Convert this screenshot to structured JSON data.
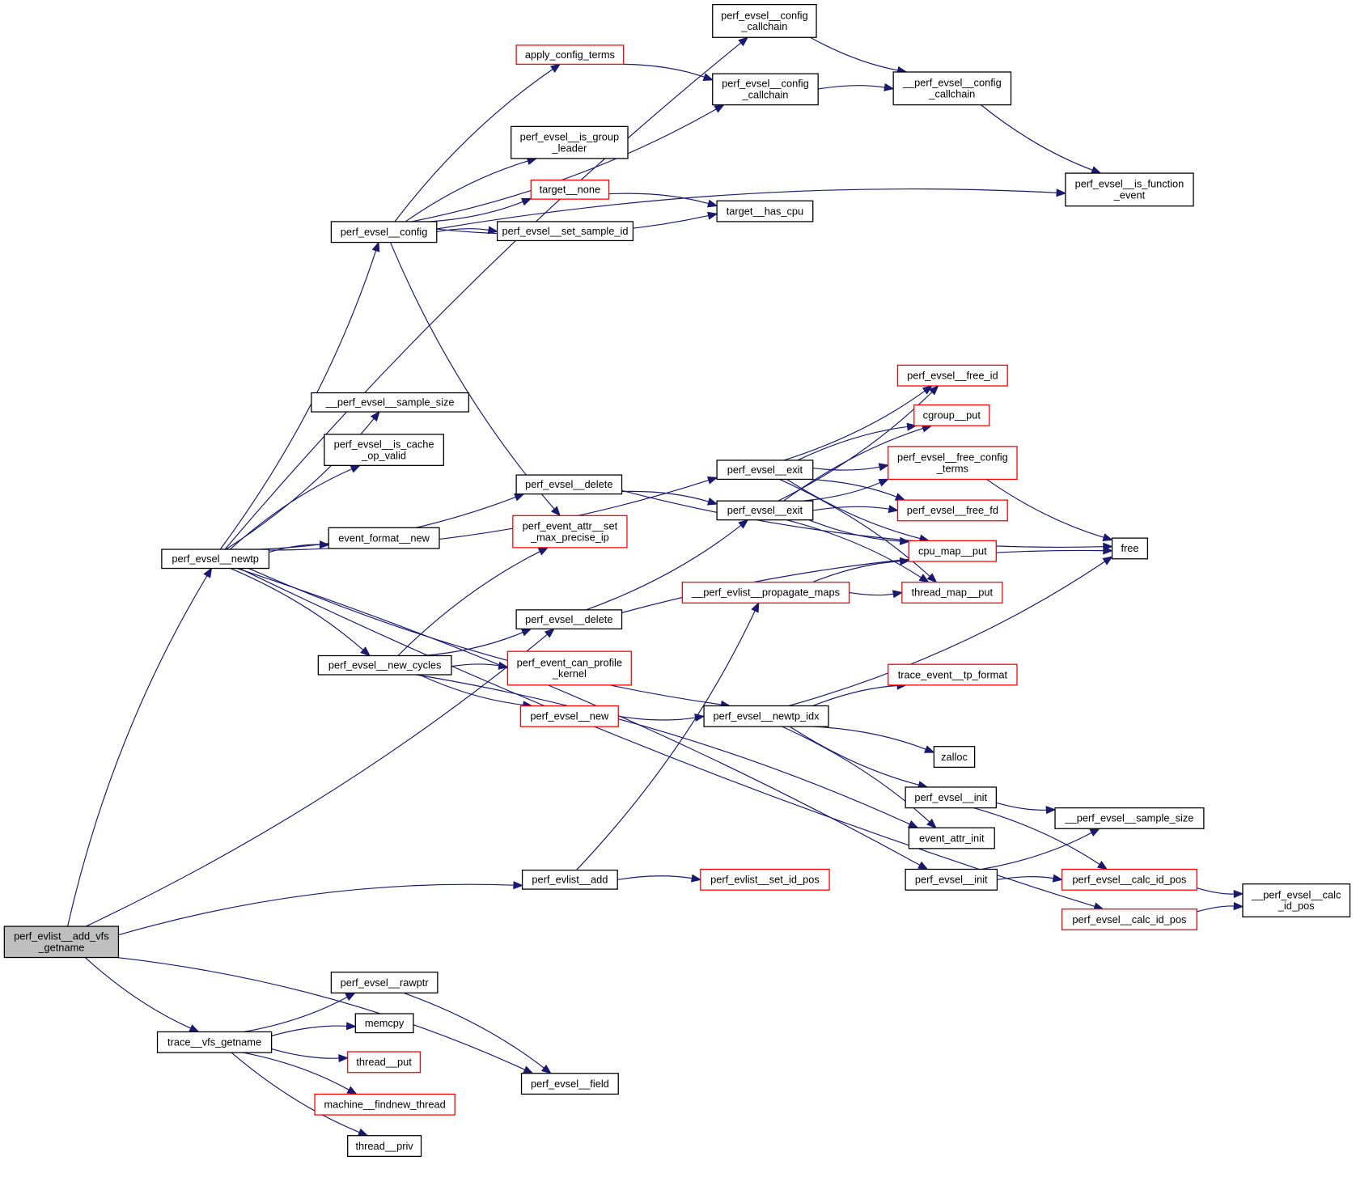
{
  "diagram": {
    "type": "call-graph",
    "colors": {
      "edge": "#191970",
      "node_border": "#000000",
      "truncated_border": "#ff0000",
      "root_fill": "#bfbfbf",
      "node_fill": "#ffffff"
    },
    "nodes": [
      {
        "id": "root",
        "lines": [
          "perf_evlist__add_vfs",
          "_getname"
        ],
        "kind": "root"
      },
      {
        "id": "newtp",
        "lines": [
          "perf_evsel__newtp"
        ],
        "kind": "normal"
      },
      {
        "id": "config",
        "lines": [
          "perf_evsel__config"
        ],
        "kind": "normal"
      },
      {
        "id": "cfg_callchain_a",
        "lines": [
          "perf_evsel__config",
          "_callchain"
        ],
        "kind": "normal"
      },
      {
        "id": "apply_config_terms",
        "lines": [
          "apply_config_terms"
        ],
        "kind": "truncated"
      },
      {
        "id": "cfg_callchain_b",
        "lines": [
          "perf_evsel__config",
          "_callchain"
        ],
        "kind": "normal"
      },
      {
        "id": "__cfg_callchain",
        "lines": [
          "__perf_evsel__config",
          "_callchain"
        ],
        "kind": "normal"
      },
      {
        "id": "is_group_leader",
        "lines": [
          "perf_evsel__is_group",
          "_leader"
        ],
        "kind": "normal"
      },
      {
        "id": "target_none",
        "lines": [
          "target__none"
        ],
        "kind": "truncated"
      },
      {
        "id": "target_has_cpu",
        "lines": [
          "target__has_cpu"
        ],
        "kind": "normal"
      },
      {
        "id": "set_sample_id",
        "lines": [
          "perf_evsel__set_sample_id"
        ],
        "kind": "normal"
      },
      {
        "id": "is_function_event",
        "lines": [
          "perf_evsel__is_function",
          "_event"
        ],
        "kind": "normal"
      },
      {
        "id": "__sample_size_a",
        "lines": [
          "__perf_evsel__sample_size"
        ],
        "kind": "normal"
      },
      {
        "id": "is_cache_op_valid",
        "lines": [
          "perf_evsel__is_cache",
          "_op_valid"
        ],
        "kind": "normal"
      },
      {
        "id": "delete_a",
        "lines": [
          "perf_evsel__delete"
        ],
        "kind": "normal"
      },
      {
        "id": "attr_set_max_precise",
        "lines": [
          "perf_event_attr__set",
          "_max_precise_ip"
        ],
        "kind": "truncated"
      },
      {
        "id": "event_format_new",
        "lines": [
          "event_format__new"
        ],
        "kind": "normal"
      },
      {
        "id": "exit_a",
        "lines": [
          "perf_evsel__exit"
        ],
        "kind": "normal"
      },
      {
        "id": "exit_b",
        "lines": [
          "perf_evsel__exit"
        ],
        "kind": "normal"
      },
      {
        "id": "free_id",
        "lines": [
          "perf_evsel__free_id"
        ],
        "kind": "truncated"
      },
      {
        "id": "cgroup_put",
        "lines": [
          "cgroup__put"
        ],
        "kind": "truncated"
      },
      {
        "id": "free_config_terms",
        "lines": [
          "perf_evsel__free_config",
          "_terms"
        ],
        "kind": "truncated"
      },
      {
        "id": "free_fd",
        "lines": [
          "perf_evsel__free_fd"
        ],
        "kind": "truncated"
      },
      {
        "id": "cpu_map_put",
        "lines": [
          "cpu_map__put"
        ],
        "kind": "truncated"
      },
      {
        "id": "thread_map_put",
        "lines": [
          "thread_map__put"
        ],
        "kind": "truncated"
      },
      {
        "id": "free",
        "lines": [
          "free"
        ],
        "kind": "normal"
      },
      {
        "id": "propagate_maps",
        "lines": [
          "__perf_evlist__propagate_maps"
        ],
        "kind": "truncated"
      },
      {
        "id": "delete_b",
        "lines": [
          "perf_evsel__delete"
        ],
        "kind": "normal"
      },
      {
        "id": "new_cycles",
        "lines": [
          "perf_evsel__new_cycles"
        ],
        "kind": "normal"
      },
      {
        "id": "can_profile_kernel",
        "lines": [
          "perf_event_can_profile",
          "_kernel"
        ],
        "kind": "truncated"
      },
      {
        "id": "evsel_new",
        "lines": [
          "perf_evsel__new"
        ],
        "kind": "truncated"
      },
      {
        "id": "newtp_idx",
        "lines": [
          "perf_evsel__newtp_idx"
        ],
        "kind": "normal"
      },
      {
        "id": "tp_format",
        "lines": [
          "trace_event__tp_format"
        ],
        "kind": "truncated"
      },
      {
        "id": "zalloc",
        "lines": [
          "zalloc"
        ],
        "kind": "normal"
      },
      {
        "id": "init_a",
        "lines": [
          "perf_evsel__init"
        ],
        "kind": "normal"
      },
      {
        "id": "__sample_size_b",
        "lines": [
          "__perf_evsel__sample_size"
        ],
        "kind": "normal"
      },
      {
        "id": "event_attr_init",
        "lines": [
          "event_attr_init"
        ],
        "kind": "normal"
      },
      {
        "id": "evlist_add",
        "lines": [
          "perf_evlist__add"
        ],
        "kind": "normal"
      },
      {
        "id": "set_id_pos",
        "lines": [
          "perf_evlist__set_id_pos"
        ],
        "kind": "truncated"
      },
      {
        "id": "init_b",
        "lines": [
          "perf_evsel__init"
        ],
        "kind": "normal"
      },
      {
        "id": "calc_id_pos_a",
        "lines": [
          "perf_evsel__calc_id_pos"
        ],
        "kind": "truncated"
      },
      {
        "id": "calc_id_pos_b",
        "lines": [
          "perf_evsel__calc_id_pos"
        ],
        "kind": "truncated"
      },
      {
        "id": "__calc_id_pos",
        "lines": [
          "__perf_evsel__calc",
          "_id_pos"
        ],
        "kind": "normal"
      },
      {
        "id": "trace_vfs_getname",
        "lines": [
          "trace__vfs_getname"
        ],
        "kind": "normal"
      },
      {
        "id": "rawptr",
        "lines": [
          "perf_evsel__rawptr"
        ],
        "kind": "normal"
      },
      {
        "id": "memcpy",
        "lines": [
          "memcpy"
        ],
        "kind": "normal"
      },
      {
        "id": "thread_put",
        "lines": [
          "thread__put"
        ],
        "kind": "truncated"
      },
      {
        "id": "findnew_thread",
        "lines": [
          "machine__findnew_thread"
        ],
        "kind": "truncated"
      },
      {
        "id": "thread_priv",
        "lines": [
          "thread__priv"
        ],
        "kind": "normal"
      },
      {
        "id": "evsel_field",
        "lines": [
          "perf_evsel__field"
        ],
        "kind": "normal"
      }
    ],
    "edges": [
      [
        "root",
        "newtp"
      ],
      [
        "root",
        "delete_b"
      ],
      [
        "root",
        "evlist_add"
      ],
      [
        "root",
        "trace_vfs_getname"
      ],
      [
        "root",
        "evsel_field"
      ],
      [
        "newtp",
        "config"
      ],
      [
        "newtp",
        "cfg_callchain_a"
      ],
      [
        "newtp",
        "__sample_size_a"
      ],
      [
        "newtp",
        "is_cache_op_valid"
      ],
      [
        "newtp",
        "delete_a"
      ],
      [
        "newtp",
        "event_format_new"
      ],
      [
        "newtp",
        "exit_a"
      ],
      [
        "newtp",
        "new_cycles"
      ],
      [
        "newtp",
        "newtp_idx"
      ],
      [
        "newtp",
        "init_b"
      ],
      [
        "newtp",
        "calc_id_pos_b"
      ],
      [
        "config",
        "apply_config_terms"
      ],
      [
        "config",
        "cfg_callchain_b"
      ],
      [
        "config",
        "is_group_leader"
      ],
      [
        "config",
        "target_none"
      ],
      [
        "config",
        "set_sample_id"
      ],
      [
        "config",
        "target_has_cpu"
      ],
      [
        "config",
        "is_function_event"
      ],
      [
        "config",
        "attr_set_max_precise"
      ],
      [
        "apply_config_terms",
        "cfg_callchain_b"
      ],
      [
        "cfg_callchain_a",
        "__cfg_callchain"
      ],
      [
        "cfg_callchain_b",
        "__cfg_callchain"
      ],
      [
        "__cfg_callchain",
        "is_function_event"
      ],
      [
        "target_none",
        "target_has_cpu"
      ],
      [
        "delete_a",
        "free"
      ],
      [
        "delete_a",
        "exit_b"
      ],
      [
        "delete_b",
        "exit_b"
      ],
      [
        "delete_b",
        "free"
      ],
      [
        "exit_a",
        "free_id"
      ],
      [
        "exit_a",
        "cgroup_put"
      ],
      [
        "exit_a",
        "free_config_terms"
      ],
      [
        "exit_a",
        "free_fd"
      ],
      [
        "exit_a",
        "cpu_map_put"
      ],
      [
        "exit_a",
        "thread_map_put"
      ],
      [
        "exit_b",
        "free_id"
      ],
      [
        "exit_b",
        "cgroup_put"
      ],
      [
        "exit_b",
        "free_config_terms"
      ],
      [
        "exit_b",
        "free_fd"
      ],
      [
        "exit_b",
        "cpu_map_put"
      ],
      [
        "exit_b",
        "thread_map_put"
      ],
      [
        "free_config_terms",
        "free"
      ],
      [
        "propagate_maps",
        "cpu_map_put"
      ],
      [
        "propagate_maps",
        "thread_map_put"
      ],
      [
        "new_cycles",
        "attr_set_max_precise"
      ],
      [
        "new_cycles",
        "delete_b"
      ],
      [
        "new_cycles",
        "can_profile_kernel"
      ],
      [
        "new_cycles",
        "evsel_new"
      ],
      [
        "new_cycles",
        "event_attr_init"
      ],
      [
        "evsel_new",
        "newtp_idx"
      ],
      [
        "newtp_idx",
        "tp_format"
      ],
      [
        "newtp_idx",
        "free"
      ],
      [
        "newtp_idx",
        "zalloc"
      ],
      [
        "newtp_idx",
        "init_a"
      ],
      [
        "newtp_idx",
        "event_attr_init"
      ],
      [
        "init_a",
        "__sample_size_b"
      ],
      [
        "init_a",
        "calc_id_pos_a"
      ],
      [
        "evlist_add",
        "propagate_maps"
      ],
      [
        "evlist_add",
        "set_id_pos"
      ],
      [
        "init_b",
        "__sample_size_b"
      ],
      [
        "init_b",
        "calc_id_pos_a"
      ],
      [
        "calc_id_pos_a",
        "__calc_id_pos"
      ],
      [
        "calc_id_pos_b",
        "__calc_id_pos"
      ],
      [
        "trace_vfs_getname",
        "rawptr"
      ],
      [
        "trace_vfs_getname",
        "memcpy"
      ],
      [
        "trace_vfs_getname",
        "thread_put"
      ],
      [
        "trace_vfs_getname",
        "findnew_thread"
      ],
      [
        "trace_vfs_getname",
        "thread_priv"
      ],
      [
        "rawptr",
        "evsel_field"
      ]
    ]
  }
}
